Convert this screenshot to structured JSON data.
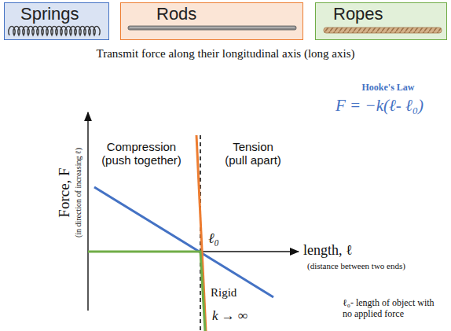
{
  "diagram": {
    "nodes": [
      {
        "text": [
          "Springs"
        ]
      },
      {
        "text": [
          "Rods"
        ]
      },
      {
        "text": [
          "Ropes"
        ]
      }
    ],
    "labels": [
      "Transmit force along their longitudinal axis (long axis)",
      "Compression (push together)",
      "Tension (pull apart)",
      "Force, F",
      "(in direction of increasing ℓ)",
      "ℓ₀",
      "length, ℓ",
      "(distance between two ends)",
      "Rigid",
      "k → ∞",
      "Hooke's Law",
      "F = −k(ℓ- ℓ₀)",
      "ℓ₀- length of object with no applied force"
    ]
  }
}
